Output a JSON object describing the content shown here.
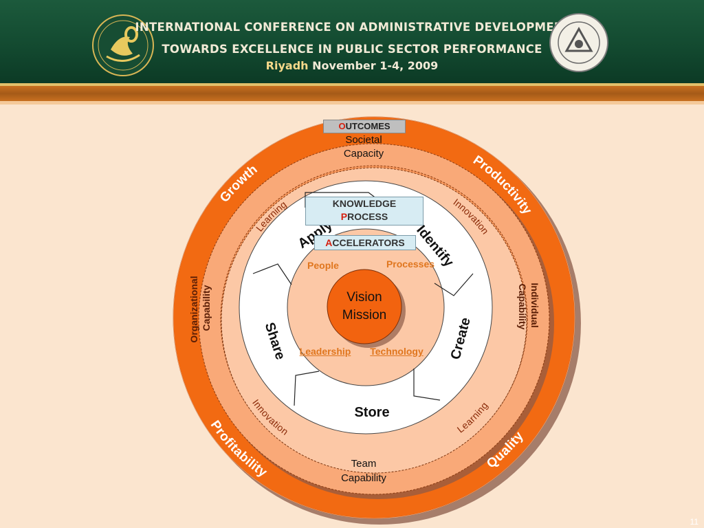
{
  "header": {
    "line1": "INTERNATIONAL CONFERENCE ON ADMINISTRATIVE DEVELOPMENT",
    "line2": "TOWARDS EXCELLENCE IN PUBLIC SECTOR PERFORMANCE",
    "city": "Riyadh",
    "date": "November 1-4, 2009"
  },
  "outer_ring": {
    "outcomes_initial": "O",
    "outcomes_rest": "UTCOMES",
    "top": [
      "Societal",
      "Capacity"
    ],
    "bottom": [
      "Team",
      "Capability"
    ],
    "left": [
      "Organizational",
      "Capability"
    ],
    "right": [
      "Individual",
      "Capability"
    ],
    "growth": "Growth",
    "productivity": "Productivity",
    "profitability": "Profitability",
    "quality": "Quality"
  },
  "middle_ring": {
    "knowledge": "KNOWLEDGE",
    "process_initial": "P",
    "process_rest": "ROCESS",
    "learning_top": "Learning",
    "innovation_top": "Innovation",
    "innovation_bottom": "Innovation",
    "learning_bottom": "Learning"
  },
  "knowledge_cycle": {
    "apply": "Apply",
    "identify": "Identify",
    "create": "Create",
    "store": "Store",
    "share": "Share"
  },
  "accelerators": {
    "initial": "A",
    "rest": "CCELERATORS",
    "people": "People",
    "processes": "Processes",
    "leadership": "Leadership",
    "technology": "Technology"
  },
  "center": {
    "line1": "Vision",
    "line2": "Mission"
  },
  "slide_number": "11",
  "colors": {
    "header_green": "#134a30",
    "outer_orange": "#f26a12",
    "ring_light": "#f8a877",
    "ring_peach": "#fcc8a6",
    "accent_red": "#d62010",
    "label_orange": "#e0761e"
  }
}
